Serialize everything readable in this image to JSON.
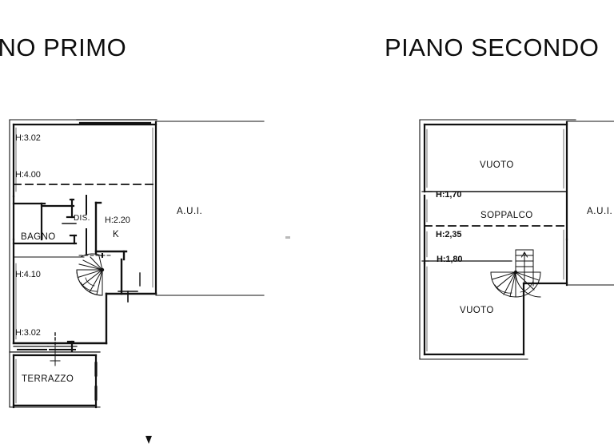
{
  "document": {
    "kind": "architectural-floor-plan-sheet",
    "background_color": "#ffffff",
    "line_color": "#111111",
    "plan_count": 2
  },
  "plans": [
    {
      "id": "piano-primo",
      "title": "PIANO PRIMO",
      "title_clipped_left": true,
      "labels": {
        "h_top": "H:3.02",
        "h_upper_mid": "H:4.00",
        "h_kitchen": "H:2.20",
        "h_living": "H:4.10",
        "h_lower": "H:3.02",
        "room_bagno": "BAGNO",
        "room_dis": "DIS.",
        "room_k": "K",
        "room_terrazzo": "TERRAZZO",
        "zone_aui": "A.U.I."
      },
      "features": {
        "spiral_staircase": "spiral-staircase-icon",
        "dashed_level_line": true
      }
    },
    {
      "id": "piano-secondo",
      "title": "PIANO SECONDO",
      "title_clipped_right": true,
      "labels": {
        "room_vuoto_top": "VUOTO",
        "h_soppalco_upper": "H:1,70",
        "room_soppalco": "SOPPALCO",
        "h_soppalco_lower": "H:2,35",
        "h_vuoto_lower": "H:1,80",
        "room_vuoto_bottom": "VUOTO",
        "zone_aui": "A.U.I."
      },
      "features": {
        "spiral_staircase": "spiral-staircase-icon",
        "dashed_level_line": true
      }
    }
  ],
  "marks": {
    "north_arrow": "north-arrow-icon",
    "center_dot": "registration-dot-icon"
  }
}
